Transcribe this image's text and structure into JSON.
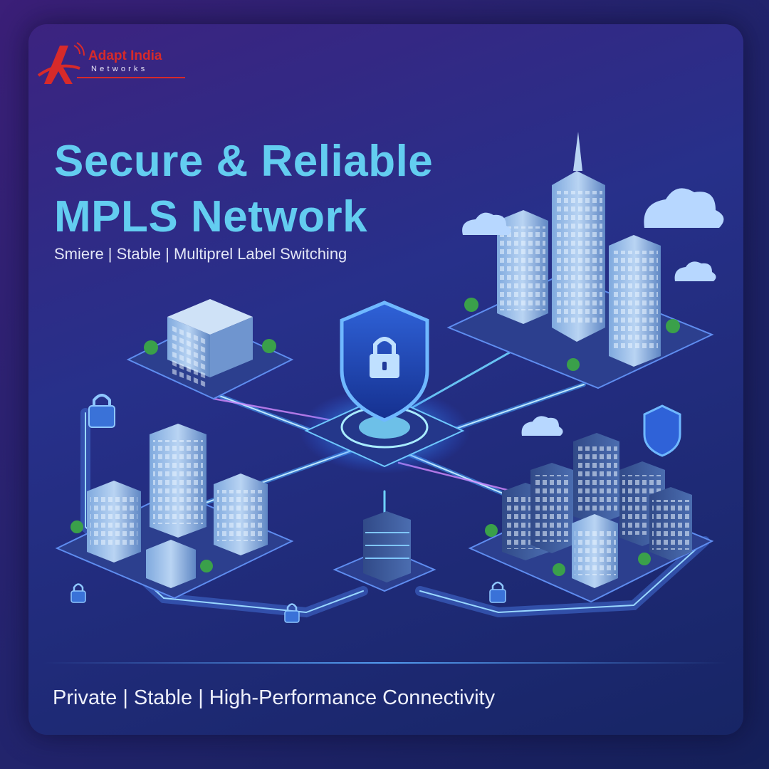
{
  "brand": {
    "name": "Adapt India",
    "subtitle": "Networks"
  },
  "hero": {
    "headline_line1": "Secure & Reliable",
    "headline_line2": "MPLS Network",
    "subline": "Smiere | Stable | Multiprel Label Switching"
  },
  "footer": {
    "tagline": "Private | Stable | High-Performance Connectivity"
  },
  "illustration": {
    "icons": [
      "shield-lock-icon",
      "padlock-icon",
      "cloud-icon",
      "building-icon",
      "server-icon"
    ]
  },
  "colors": {
    "headline": "#63cdf0",
    "brand_red": "#d72a2a",
    "background_purple": "#3c2380",
    "background_navy": "#172565",
    "glow_blue": "#48a8ff"
  }
}
